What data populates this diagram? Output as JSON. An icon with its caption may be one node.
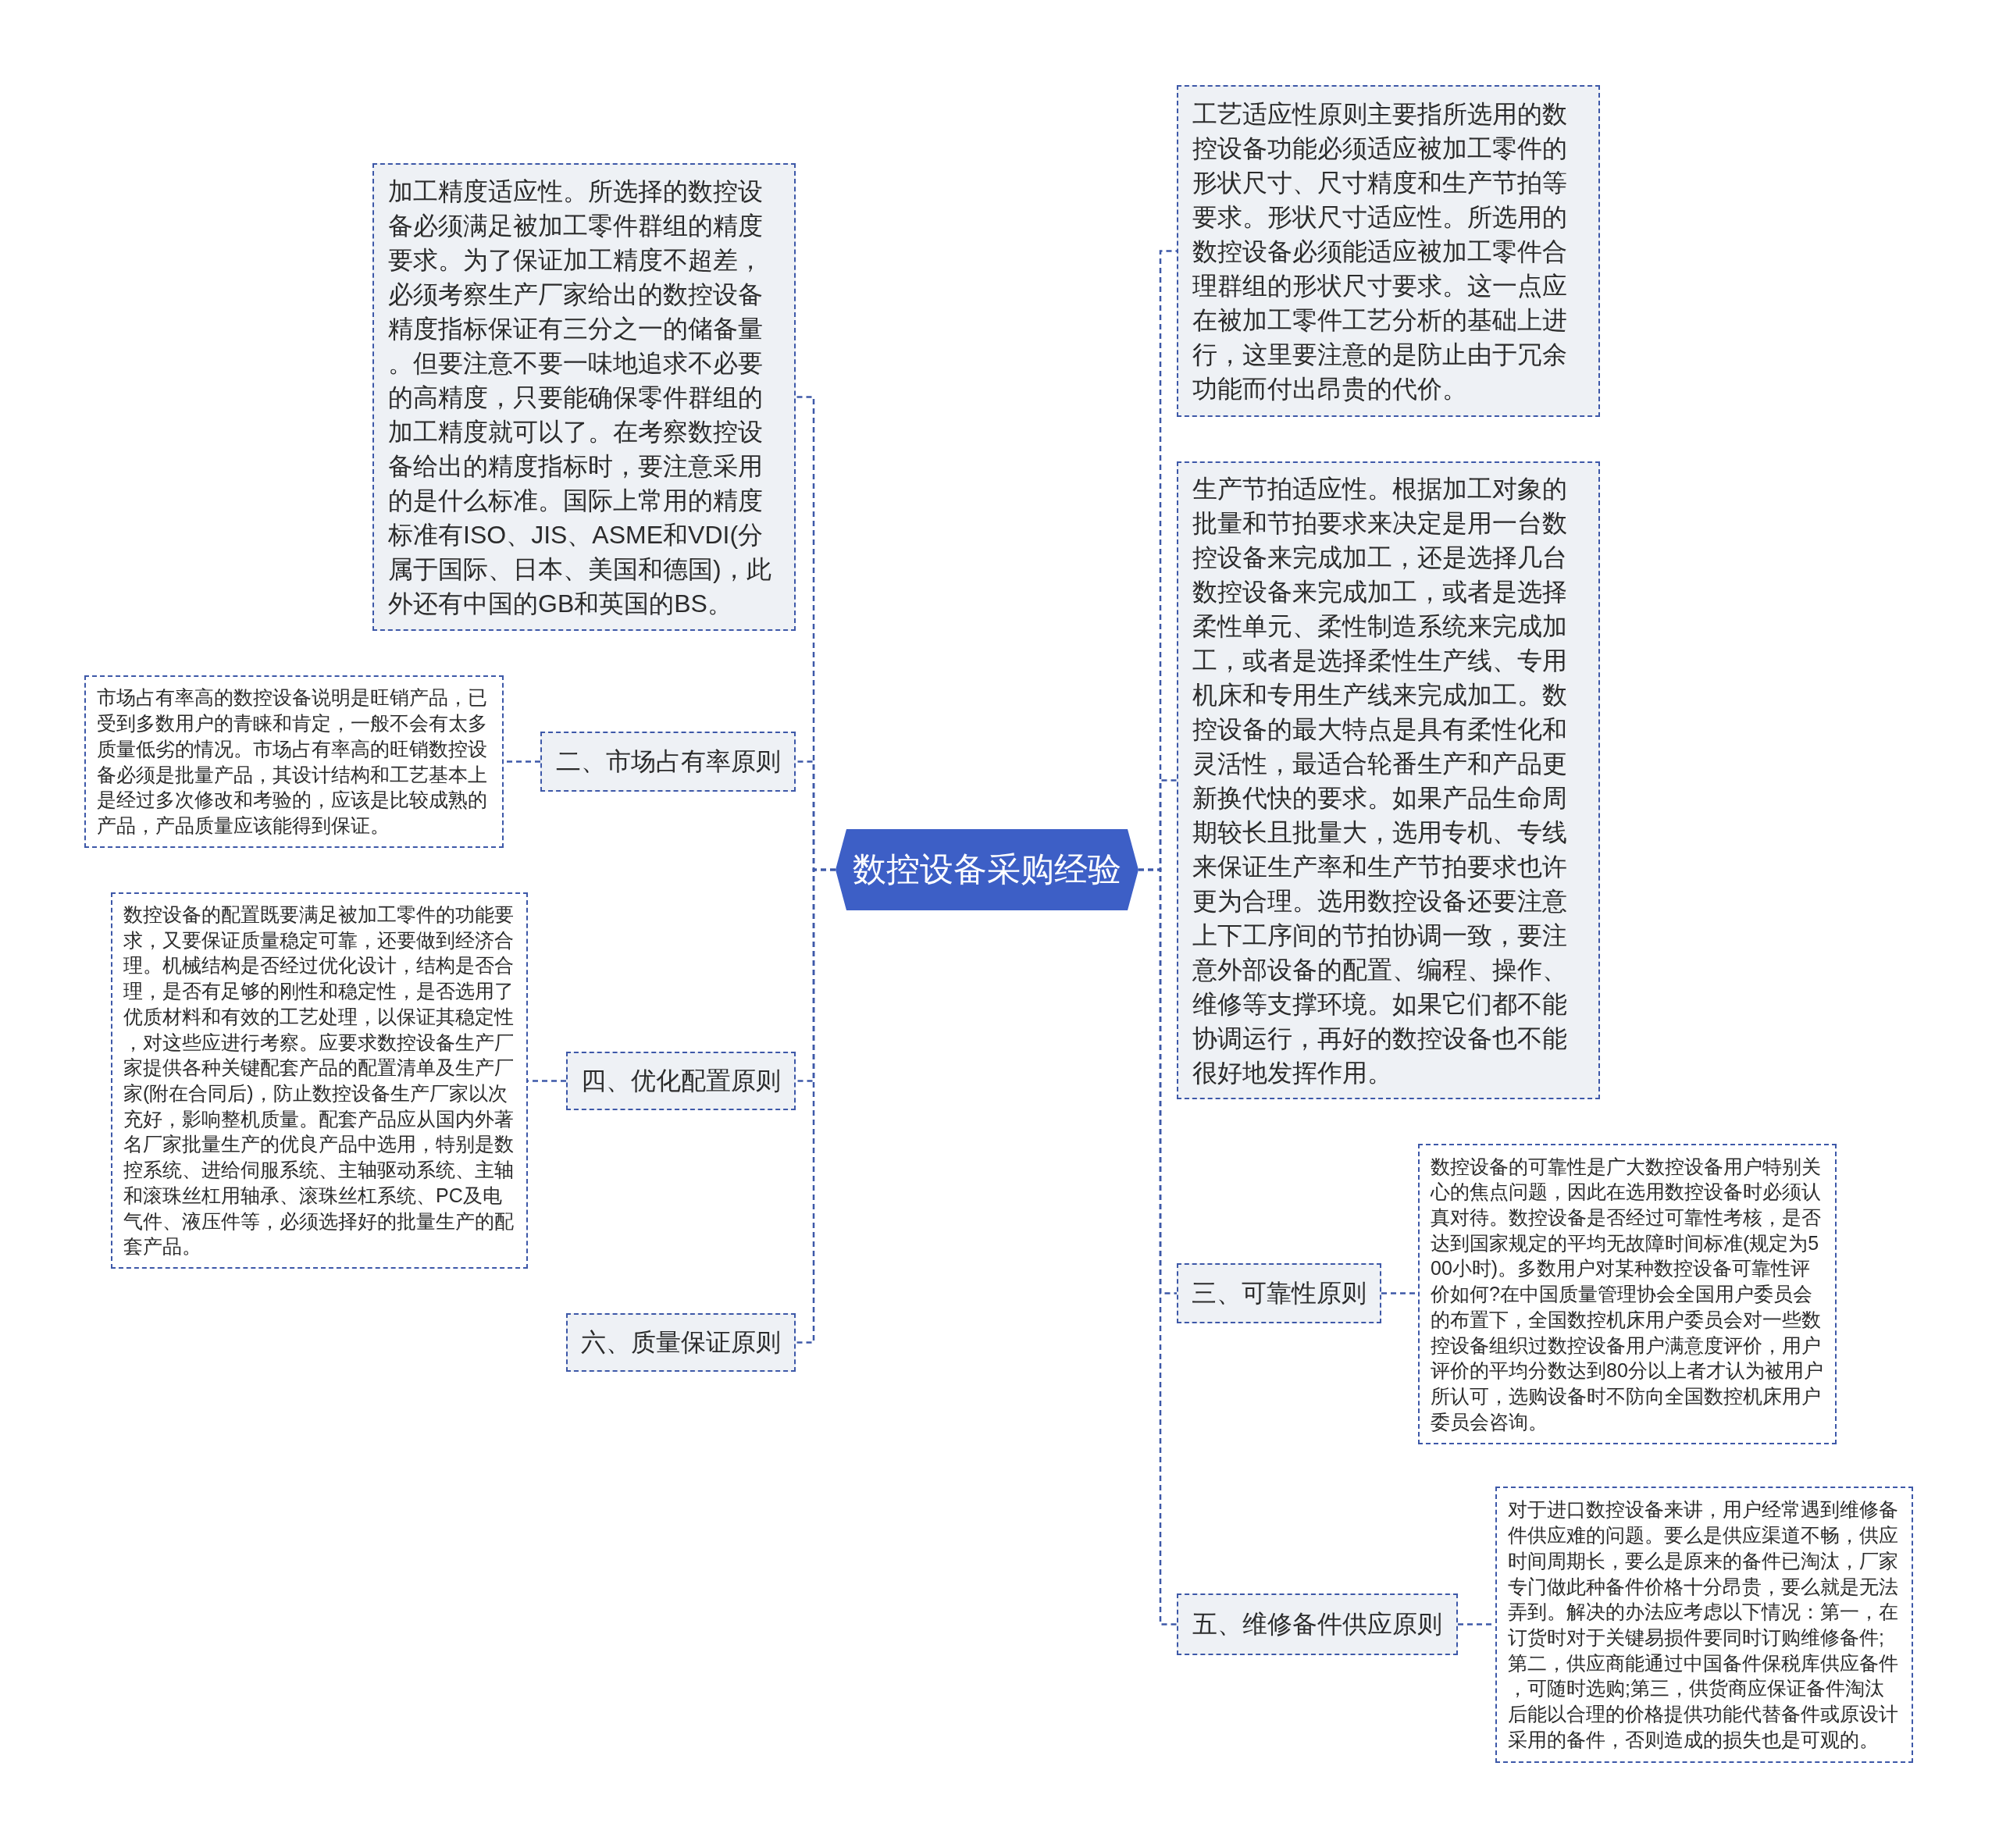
{
  "diagram": {
    "nodes": [
      {
        "text": [
          "数控设备采购经验"
        ]
      },
      {
        "text": [
          "加工精度适应性。所选择的数控设备必须满足被加工零件群组的精度要求。为了保证加工精度不超差，必须考察生产厂家给出的数控设备精度指标保证有三分之一的储备量。但要注意不要一味地追求不必要的高精度，只要能确保零件群组的加工精度就可以了。在考察数控设备给出的精度指标时，要注意采用的是什么标准。国际上常用的精度标准有ISO、JIS、ASME和VDI(分属于国际、日本、美国和德国)，此外还有中国的GB和英国的BS。"
        ]
      },
      {
        "text": [
          "二、市场占有率原则"
        ]
      },
      {
        "text": [
          "市场占有率高的数控设备说明是旺销产品，已受到多数用户的青睐和肯定，一般不会有太多质量低劣的情况。市场占有率高的旺销数控设备必须是批量产品，其设计结构和工艺基本上是经过多次修改和考验的，应该是比较成熟的产品，产品质量应该能得到保证。"
        ]
      },
      {
        "text": [
          "四、优化配置原则"
        ]
      },
      {
        "text": [
          "数控设备的配置既要满足被加工零件的功能要求，又要保证质量稳定可靠，还要做到经济合理。机械结构是否经过优化设计，结构是否合理，是否有足够的刚性和稳定性，是否选用了优质材料和有效的工艺处理，以保证其稳定性，对这些应进行考察。应要求数控设备生产厂家提供各种关键配套产品的配置清单及生产厂家(附在合同后)，防止数控设备生产厂家以次充好，影响整机质量。配套产品应从国内外著名厂家批量生产的优良产品中选用，特别是数控系统、进给伺服系统、主轴驱动系统、主轴和滚珠丝杠用轴承、滚珠丝杠系统、PC及电气件、液压件等，必须选择好的批量生产的配套产品。"
        ]
      },
      {
        "text": [
          "六、质量保证原则"
        ]
      },
      {
        "text": [
          "工艺适应性原则主要指所选用的数控设备功能必须适应被加工零件的形状尺寸、尺寸精度和生产节拍等要求。形状尺寸适应性。所选用的数控设备必须能适应被加工零件合理群组的形状尺寸要求。这一点应在被加工零件工艺分析的基础上进行，这里要注意的是防止由于冗余功能而付出昂贵的代价。"
        ]
      },
      {
        "text": [
          "生产节拍适应性。根据加工对象的批量和节拍要求来决定是用一台数控设备来完成加工，还是选择几台数控设备来完成加工，或者是选择柔性单元、柔性制造系统来完成加工，或者是选择柔性生产线、专用机床和专用生产线来完成加工。数控设备的最大特点是具有柔性化和灵活性，最适合轮番生产和产品更新换代快的要求。如果产品生命周期较长且批量大，选用专机、专线来保证生产率和生产节拍要求也许更为合理。选用数控设备还要注意上下工序间的节拍协调一致，要注意外部设备的配置、编程、操作、维修等支撑环境。如果它们都不能协调运行，再好的数控设备也不能很好地发挥作用。"
        ]
      },
      {
        "text": [
          "三、可靠性原则"
        ]
      },
      {
        "text": [
          "数控设备的可靠性是广大数控设备用户特别关心的焦点问题，因此在选用数控设备时必须认真对待。数控设备是否经过可靠性考核，是否达到国家规定的平均无故障时间标准(规定为500小时)。多数用户对某种数控设备可靠性评价如何?在中国质量管理协会全国用户委员会的布置下，全国数控机床用户委员会对一些数控设备组织过数控设备用户满意度评价，用户评价的平均分数达到80分以上者才认为被用户所认可，选购设备时不防向全国数控机床用户委员会咨询。"
        ]
      },
      {
        "text": [
          "五、维修备件供应原则"
        ]
      },
      {
        "text": [
          "对于进口数控设备来讲，用户经常遇到维修备件供应难的问题。要么是供应渠道不畅，供应时间周期长，要么是原来的备件已淘汰，厂家专门做此种备件价格十分昂贵，要么就是无法弄到。解决的办法应考虑以下情况：第一，在订货时对于关键易损件要同时订购维修备件;第二，供应商能通过中国备件保税库供应备件，可随时选购;第三，供货商应保证备件淘汰后能以合理的价格提供功能代替备件或原设计采用的备件，否则造成的损失也是可观的。"
        ]
      }
    ],
    "edges": [
      {
        "from": 0,
        "to": 1,
        "arrow": "none"
      },
      {
        "from": 0,
        "to": 2,
        "arrow": "none"
      },
      {
        "from": 0,
        "to": 4,
        "arrow": "none"
      },
      {
        "from": 0,
        "to": 6,
        "arrow": "none"
      },
      {
        "from": 0,
        "to": 7,
        "arrow": "none"
      },
      {
        "from": 0,
        "to": 8,
        "arrow": "none"
      },
      {
        "from": 0,
        "to": 9,
        "arrow": "none"
      },
      {
        "from": 0,
        "to": 11,
        "arrow": "none"
      },
      {
        "from": 2,
        "to": 3,
        "arrow": "none"
      },
      {
        "from": 4,
        "to": 5,
        "arrow": "none"
      },
      {
        "from": 9,
        "to": 10,
        "arrow": "none"
      },
      {
        "from": 11,
        "to": 12,
        "arrow": "none"
      }
    ]
  }
}
